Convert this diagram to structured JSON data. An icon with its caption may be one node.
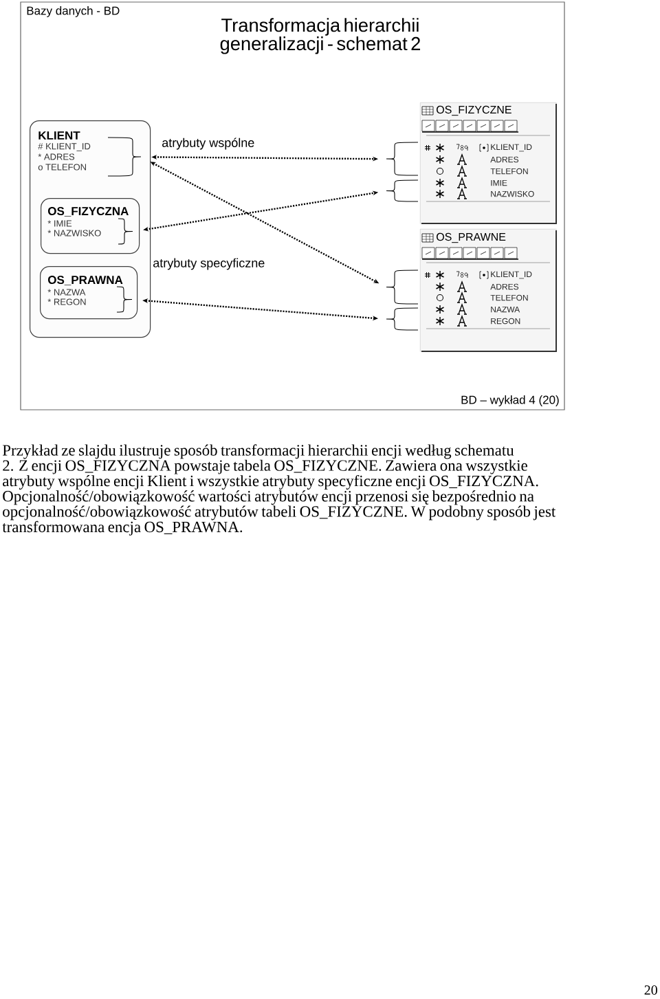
{
  "diagram": {
    "title": "Transformacja hierarchii generalizacji - schemat 2",
    "nodes": [
      {
        "text": [
          "KLIENT",
          "# KLIENT_ID",
          "* ADRES",
          "o TELEFON"
        ]
      },
      {
        "text": [],
        "shape": "brace",
        "in": 0
      },
      {
        "text": [
          "OS_FIZYCZNA",
          "* IMIE",
          "* NAZWISKO"
        ],
        "in": 0
      },
      {
        "text": [],
        "shape": "brace",
        "in": 2
      },
      {
        "text": [
          "OS_PRAWNA",
          "* NAZWA",
          "* REGON"
        ],
        "in": 0
      },
      {
        "text": [],
        "shape": "brace",
        "in": 4
      },
      {
        "text": [],
        "shape": "brace"
      },
      {
        "text": [],
        "shape": "brace"
      },
      {
        "text": [
          "OS_FIZYCZNE",
          "KLIENT_ID",
          "ADRES",
          "TELEFON",
          "IMIE",
          "NAZWISKO"
        ]
      },
      {
        "text": [],
        "shape": "brace"
      },
      {
        "text": [],
        "shape": "brace"
      },
      {
        "text": [
          "OS_PRAWNE",
          "KLIENT_ID",
          "ADRES",
          "TELEFON",
          "NAZWA",
          "REGON"
        ]
      }
    ],
    "edges": [
      {
        "from": 1,
        "to": 6,
        "arrow": "both"
      },
      {
        "from": 1,
        "to": 9,
        "arrow": "both"
      },
      {
        "from": 3,
        "to": 7,
        "arrow": "both"
      },
      {
        "from": 5,
        "to": 10,
        "arrow": "both"
      }
    ],
    "labels": [
      "Bazy danych - BD",
      "atrybuty wspólne",
      "atrybuty specyficzne",
      "BD – wykład 4 (20)",
      "Przykład ze slajdu ilustruje sposób transformacji hierarchii encji według schematu 2. Z encji OS_FIZYCZNA powstaje tabela OS_FIZYCZNE. Zawiera ona wszystkie atrybuty wspólne encji Klient i wszystkie atrybuty specyficzne encji OS_FIZYCZNA. Opcjonalność/obowiązkowość wartości atrybutów encji przenosi się bezpośrednio na opcjonalność/obowiązkowość atrybutów tabeli OS_FIZYCZNE. W podobny sposób jest transformowana encja OS_PRAWNA.",
      "20"
    ]
  }
}
